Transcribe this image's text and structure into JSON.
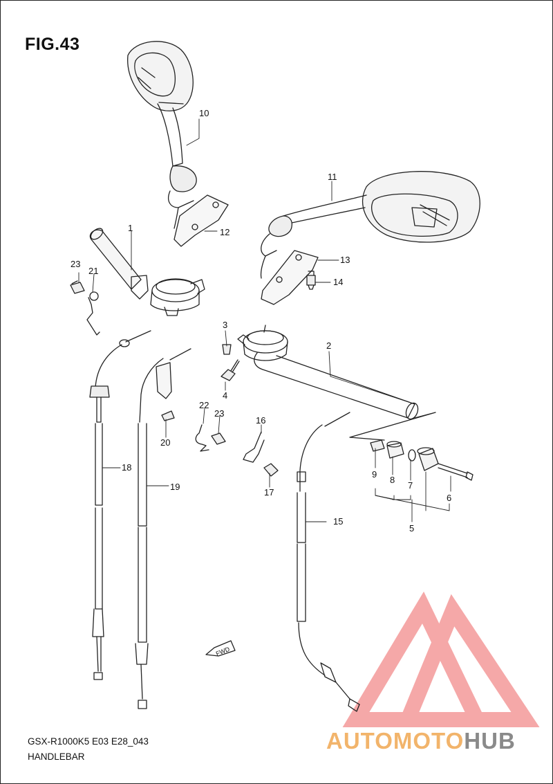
{
  "figure_title": "FIG.43",
  "model_code": "GSX-R1000K5 E03 E28_043",
  "section_name": "HANDLEBAR",
  "watermark": {
    "part1": "AUTOMOTO",
    "part2": "HUB",
    "color_main": "#f2b46b",
    "color_hub": "#8a8a8a",
    "logo_color": "#f28b8b"
  },
  "callouts": [
    "1",
    "2",
    "3",
    "4",
    "5",
    "6",
    "7",
    "8",
    "9",
    "10",
    "11",
    "12",
    "13",
    "14",
    "15",
    "16",
    "17",
    "18",
    "19",
    "20",
    "21",
    "22",
    "23",
    "23"
  ],
  "fwd_label": "FWD"
}
